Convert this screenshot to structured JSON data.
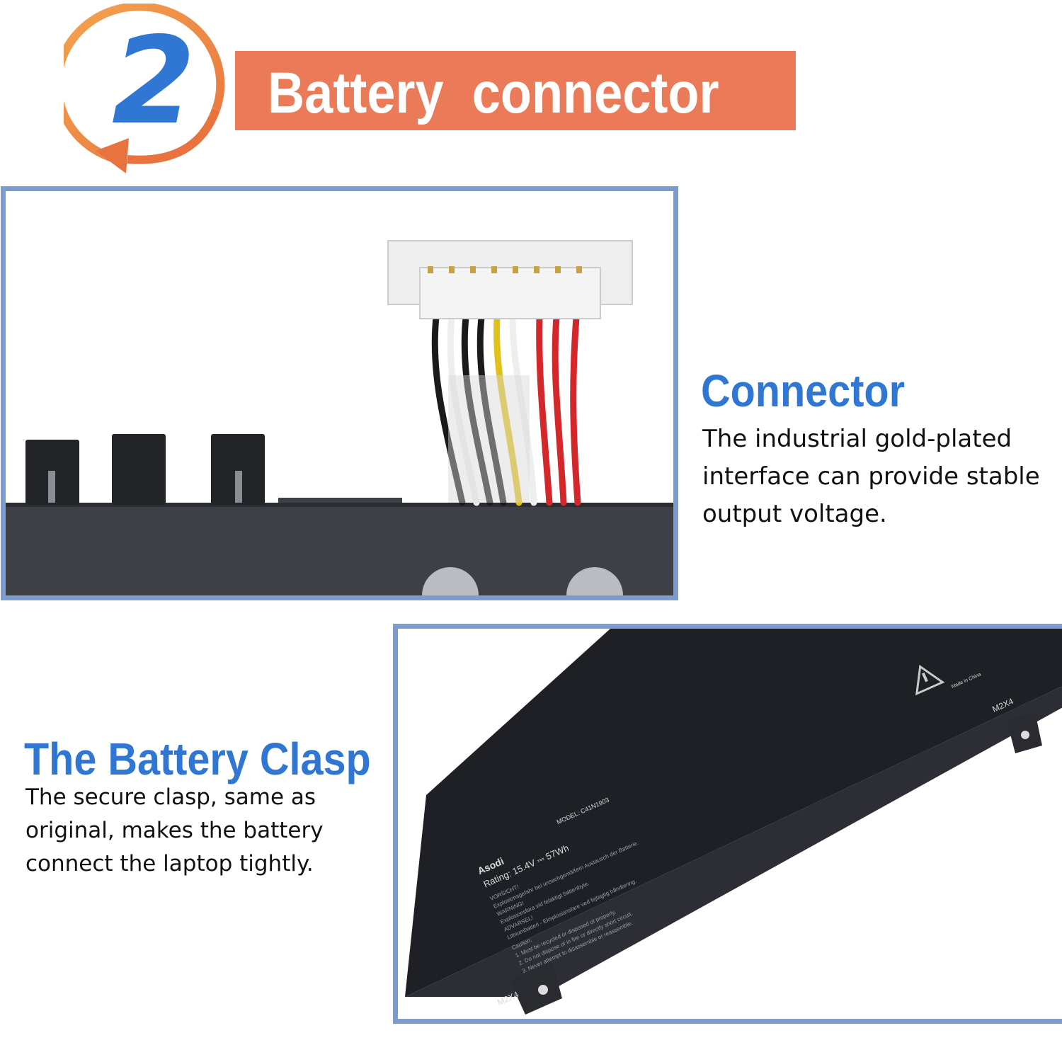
{
  "header": {
    "step_number": "2",
    "title": "Battery  connector",
    "colors": {
      "banner": "#ea7a58",
      "accent_blue": "#2f77d3",
      "frame": "#7c9bd1"
    }
  },
  "connector_section": {
    "heading": "Connector",
    "body": "The industrial gold-plated interface can provide stable output voltage."
  },
  "clasp_section": {
    "heading": "The Battery Clasp",
    "body": "The secure clasp, same as original, makes the battery connect the laptop tightly."
  },
  "battery_label": {
    "brand": "Asodi",
    "rating": "Rating: 15.4V ⎓ 57Wh",
    "model": "MODEL: C41N1903",
    "screw_marks": [
      "M2X4",
      "M2X4"
    ],
    "origin": "Made in China"
  }
}
